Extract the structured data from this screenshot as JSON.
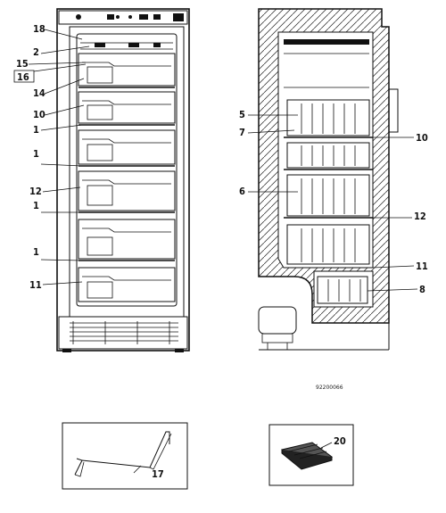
{
  "front_callouts": [
    "18",
    "2",
    "15",
    "16",
    "14",
    "10",
    "1",
    "1",
    "12",
    "1",
    "1",
    "11"
  ],
  "side_callouts": [
    "5",
    "7",
    "10",
    "6",
    "12",
    "11",
    "8"
  ],
  "diagram_code": "92200066",
  "accessory_left": {
    "label": "17"
  },
  "accessory_right": {
    "label": "20"
  }
}
